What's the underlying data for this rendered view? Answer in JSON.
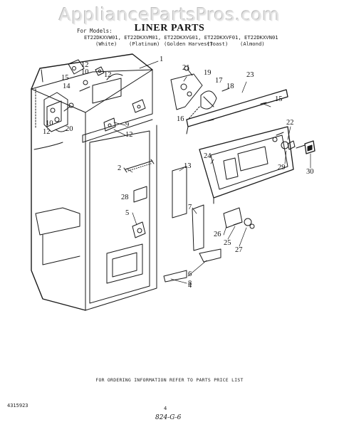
{
  "watermark": "AppliancePartsPros.com",
  "title": "LINER PARTS",
  "models": {
    "for_label": "For Models:",
    "model_line": "ET22DKXVW01, ET22DKXVM01, ET22DKXVG01, ET22DKXVF01, ET22DKXVN01",
    "colors": [
      "(White)",
      "(Platinum)",
      "(Golden Harvest)",
      "(Toast)",
      "(Almond)"
    ]
  },
  "callouts": [
    {
      "id": "1",
      "label": "1"
    },
    {
      "id": "2",
      "label": "2"
    },
    {
      "id": "4",
      "label": "4"
    },
    {
      "id": "5",
      "label": "5"
    },
    {
      "id": "6",
      "label": "6"
    },
    {
      "id": "7",
      "label": "7"
    },
    {
      "id": "8",
      "label": "8"
    },
    {
      "id": "9",
      "label": "9"
    },
    {
      "id": "10a",
      "label": "10"
    },
    {
      "id": "10b",
      "label": "10"
    },
    {
      "id": "12a",
      "label": "12"
    },
    {
      "id": "12b",
      "label": "12"
    },
    {
      "id": "12c",
      "label": "12"
    },
    {
      "id": "12d",
      "label": "12"
    },
    {
      "id": "13",
      "label": "13"
    },
    {
      "id": "14",
      "label": "14"
    },
    {
      "id": "15a",
      "label": "15"
    },
    {
      "id": "15b",
      "label": "15"
    },
    {
      "id": "16",
      "label": "16"
    },
    {
      "id": "17",
      "label": "17"
    },
    {
      "id": "18",
      "label": "18"
    },
    {
      "id": "19",
      "label": "19"
    },
    {
      "id": "20",
      "label": "20"
    },
    {
      "id": "21",
      "label": "21"
    },
    {
      "id": "22",
      "label": "22"
    },
    {
      "id": "23",
      "label": "23"
    },
    {
      "id": "24",
      "label": "24"
    },
    {
      "id": "25",
      "label": "25"
    },
    {
      "id": "26",
      "label": "26"
    },
    {
      "id": "27",
      "label": "27"
    },
    {
      "id": "28",
      "label": "28"
    },
    {
      "id": "29",
      "label": "29"
    },
    {
      "id": "30",
      "label": "30"
    }
  ],
  "footer": {
    "ordering_info": "FOR ORDERING INFORMATION REFER TO PARTS PRICE LIST",
    "doc_number": "4315923",
    "page_number": "4",
    "handwritten": "824-G-6"
  }
}
